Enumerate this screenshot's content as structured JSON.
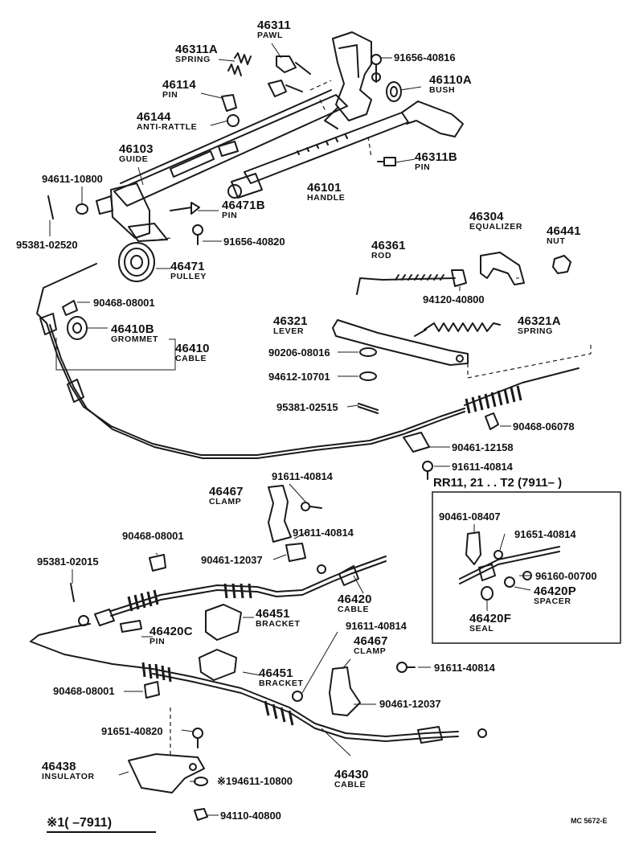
{
  "callouts": {
    "c46311": {
      "number": "46311",
      "name": "PAWL"
    },
    "c46311a": {
      "number": "46311A",
      "name": "SPRING"
    },
    "c46114": {
      "number": "46114",
      "name": "PIN"
    },
    "c46144": {
      "number": "46144",
      "name": "ANTI-RATTLE"
    },
    "c46103": {
      "number": "46103",
      "name": "GUIDE"
    },
    "c46110a": {
      "number": "46110A",
      "name": "BUSH"
    },
    "c46311b": {
      "number": "46311B",
      "name": "PIN"
    },
    "c46101": {
      "number": "46101",
      "name": "HANDLE"
    },
    "c46471b": {
      "number": "46471B",
      "name": "PIN"
    },
    "c46471": {
      "number": "46471",
      "name": "PULLEY"
    },
    "c46304": {
      "number": "46304",
      "name": "EQUALIZER"
    },
    "c46441": {
      "number": "46441",
      "name": "NUT"
    },
    "c46361": {
      "number": "46361",
      "name": "ROD"
    },
    "c46321": {
      "number": "46321",
      "name": "LEVER"
    },
    "c46321a": {
      "number": "46321A",
      "name": "SPRING"
    },
    "c46410b": {
      "number": "46410B",
      "name": "GROMMET"
    },
    "c46410": {
      "number": "46410",
      "name": "CABLE"
    },
    "c46467a": {
      "number": "46467",
      "name": "CLAMP"
    },
    "c46420": {
      "number": "46420",
      "name": "CABLE"
    },
    "c46451a": {
      "number": "46451",
      "name": "BRACKET"
    },
    "c46420c": {
      "number": "46420C",
      "name": "PIN"
    },
    "c46467b": {
      "number": "46467",
      "name": "CLAMP"
    },
    "c46451b": {
      "number": "46451",
      "name": "BRACKET"
    },
    "c46438": {
      "number": "46438",
      "name": "INSULATOR"
    },
    "c46430": {
      "number": "46430",
      "name": "CABLE"
    },
    "c46420p": {
      "number": "46420P",
      "name": "SPACER"
    },
    "c46420f": {
      "number": "46420F",
      "name": "SEAL"
    }
  },
  "refs": {
    "r91656_40816": "91656-40816",
    "r94611_10800": "94611-10800",
    "r95381_02520": "95381-02520",
    "r91656_40820": "91656-40820",
    "r90468_08001a": "90468-08001",
    "r94120_40800": "94120-40800",
    "r90206_08016": "90206-08016",
    "r94612_10701": "94612-10701",
    "r95381_02515": "95381-02515",
    "r90468_06078": "90468-06078",
    "r90461_12158": "90461-12158",
    "r91611_40814a": "91611-40814",
    "r91611_40814b": "91611-40814",
    "r90468_08001b": "90468-08001",
    "r91611_40814c": "91611-40814",
    "r95381_02015": "95381-02015",
    "r90461_12037a": "90461-12037",
    "r91611_40814d": "91611-40814",
    "r91611_40814e": "91611-40814",
    "r90468_08001c": "90468-08001",
    "r90461_12037b": "90461-12037",
    "r91651_40820": "91651-40820",
    "r194611_10800": "※194611-10800",
    "r94110_40800": "94110-40800",
    "r90461_08407": "90461-08407",
    "r91651_40814": "91651-40814",
    "r96160_00700": "96160-00700"
  },
  "inset": {
    "title": "RR11, 21 . . T2 (7911–       )"
  },
  "footnote": "※1(      –7911)",
  "drawing_code": "MC 5672-E"
}
